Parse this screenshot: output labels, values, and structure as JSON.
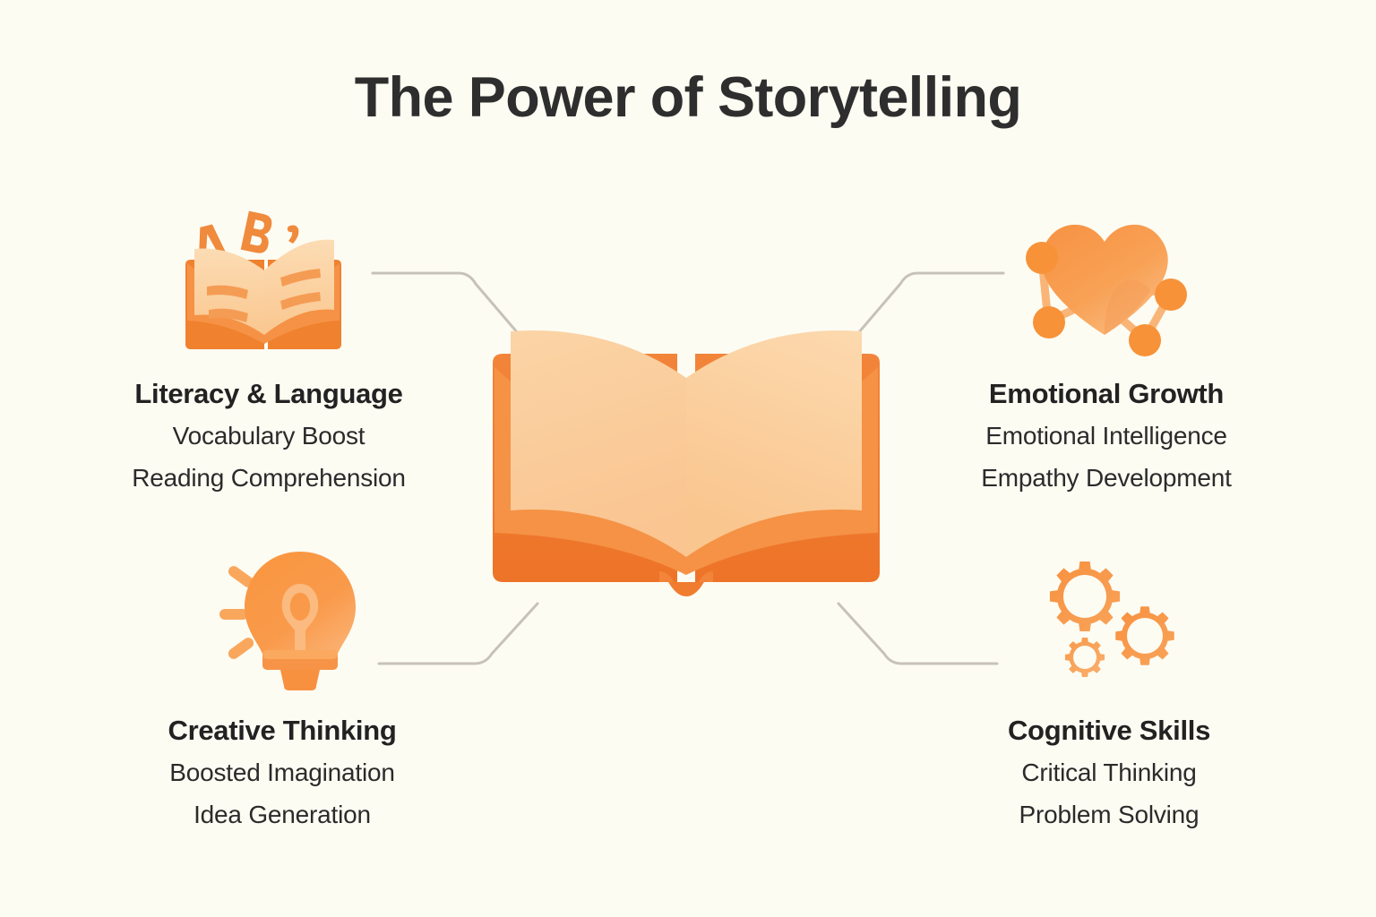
{
  "page": {
    "title": "The Power of Storytelling",
    "background_color": "#FDFCF3",
    "text_color": "#2E2E2E",
    "accent_color": "#F5913E",
    "accent_dark_color": "#EE7C2E",
    "accent_light_color": "#FBCB99",
    "connector_color": "#C7C2B8"
  },
  "center": {
    "icon": "open-book-icon"
  },
  "quadrants": [
    {
      "id": "literacy",
      "icon": "abc-open-book-icon",
      "heading": "Literacy & Language",
      "items": [
        "Vocabulary Boost",
        "Reading Comprehension"
      ]
    },
    {
      "id": "emotional",
      "icon": "heart-network-icon",
      "heading": "Emotional Growth",
      "items": [
        "Emotional Intelligence",
        "Empathy Development"
      ]
    },
    {
      "id": "creative",
      "icon": "lightbulb-icon",
      "heading": "Creative Thinking",
      "items": [
        "Boosted Imagination",
        "Idea Generation"
      ]
    },
    {
      "id": "cognitive",
      "icon": "gears-icon",
      "heading": "Cognitive Skills",
      "items": [
        "Critical Thinking",
        "Problem Solving"
      ]
    }
  ]
}
